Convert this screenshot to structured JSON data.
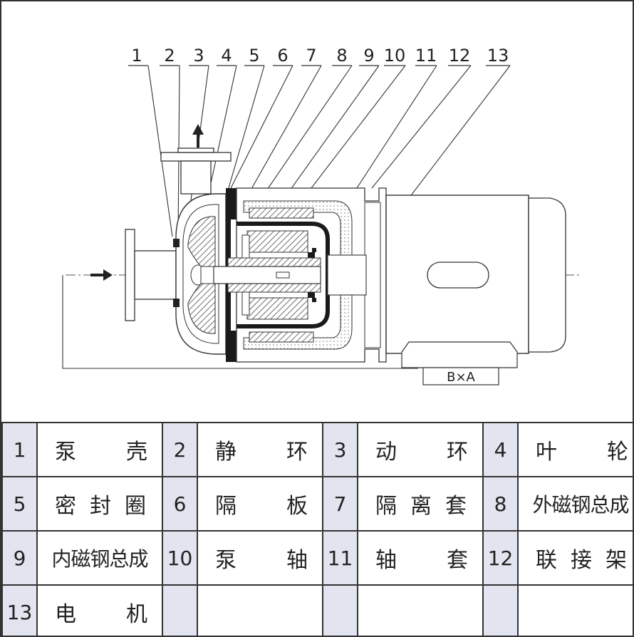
{
  "diagram": {
    "callouts": [
      "1",
      "2",
      "3",
      "4",
      "5",
      "6",
      "7",
      "8",
      "9",
      "10",
      "11",
      "12",
      "13"
    ],
    "dimension_label": "B×A"
  },
  "parts_table": {
    "rows": [
      [
        {
          "num": "1",
          "name": [
            "泵",
            "壳"
          ]
        },
        {
          "num": "2",
          "name": [
            "静",
            "环"
          ]
        },
        {
          "num": "3",
          "name": [
            "动",
            "环"
          ]
        },
        {
          "num": "4",
          "name": [
            "叶",
            "轮"
          ]
        }
      ],
      [
        {
          "num": "5",
          "name": [
            "密",
            "封",
            "圈"
          ]
        },
        {
          "num": "6",
          "name": [
            "隔",
            "板"
          ]
        },
        {
          "num": "7",
          "name": [
            "隔",
            "离",
            "套"
          ]
        },
        {
          "num": "8",
          "name": [
            "外磁钢总成"
          ]
        }
      ],
      [
        {
          "num": "9",
          "name": [
            "内磁钢总成"
          ]
        },
        {
          "num": "10",
          "name": [
            "泵",
            "轴"
          ]
        },
        {
          "num": "11",
          "name": [
            "轴",
            "套"
          ]
        },
        {
          "num": "12",
          "name": [
            "联",
            "接",
            "架"
          ]
        }
      ],
      [
        {
          "num": "13",
          "name": [
            "电",
            "机"
          ]
        },
        {
          "num": "",
          "name": []
        },
        {
          "num": "",
          "name": []
        },
        {
          "num": "",
          "name": []
        }
      ]
    ]
  }
}
